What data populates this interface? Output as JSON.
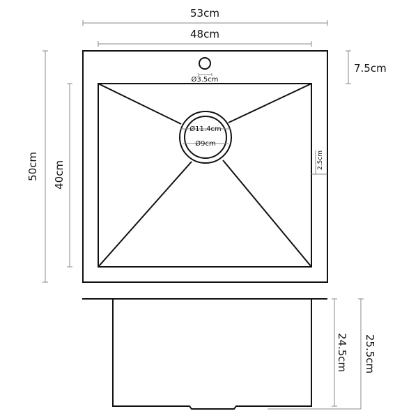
{
  "dimensions": {
    "overall_width": "53cm",
    "bowl_width": "48cm",
    "front_margin": "7.5cm",
    "overall_length": "50cm",
    "bowl_length": "40cm",
    "tap_hole": "Ø3.5cm",
    "drain_outer": "Ø11.4cm",
    "drain_inner": "Ø9cm",
    "side_margin": "2.5cm",
    "bowl_depth": "24.5cm",
    "total_depth": "25.5cm"
  },
  "colors": {
    "line": "#111111",
    "dim": "#888888"
  }
}
